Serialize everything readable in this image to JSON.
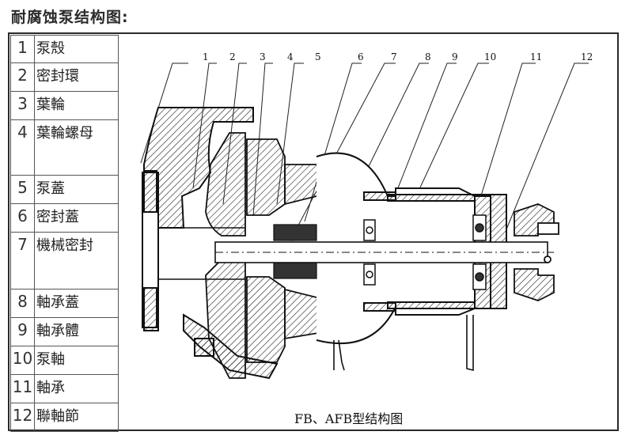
{
  "title": "耐腐蚀泵结构图:",
  "parts": [
    {
      "num": "1",
      "name": "泵殼"
    },
    {
      "num": "2",
      "name": "密封環"
    },
    {
      "num": "3",
      "name": "葉輪"
    },
    {
      "num": "4",
      "name": "葉輪螺母"
    },
    {
      "num": "5",
      "name": "泵蓋"
    },
    {
      "num": "6",
      "name": "密封蓋"
    },
    {
      "num": "7",
      "name": "機械密封"
    },
    {
      "num": "8",
      "name": "軸承蓋"
    },
    {
      "num": "9",
      "name": "軸承體"
    },
    {
      "num": "10",
      "name": "泵軸"
    },
    {
      "num": "11",
      "name": "軸承"
    },
    {
      "num": "12",
      "name": "聯軸節"
    }
  ],
  "diagram": {
    "callouts": [
      "1",
      "2",
      "3",
      "4",
      "5",
      "6",
      "7",
      "8",
      "9",
      "10",
      "11",
      "12"
    ],
    "caption": "FB、AFB型结构图"
  }
}
